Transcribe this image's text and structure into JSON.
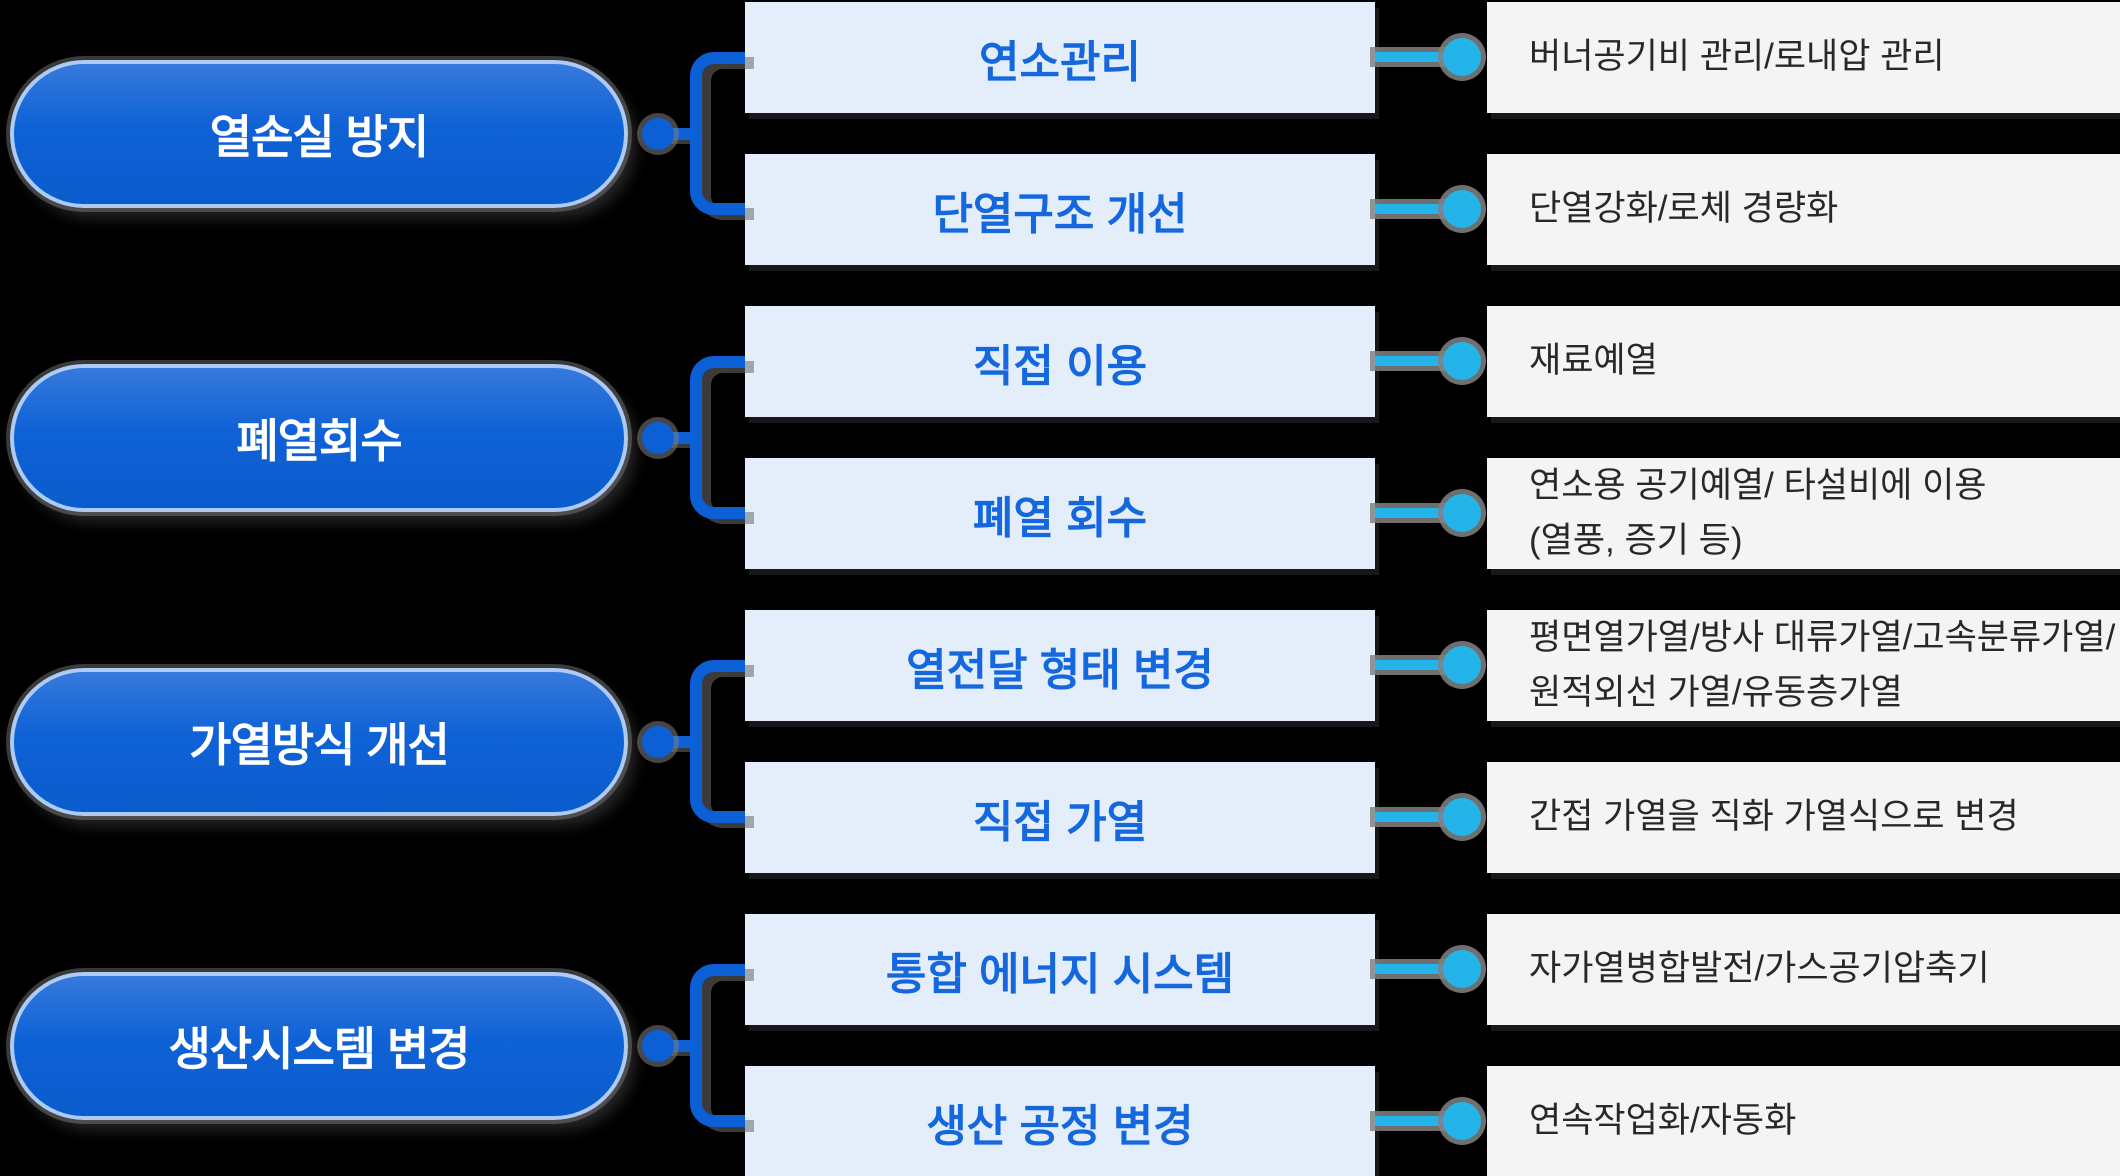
{
  "diagram": {
    "background": "#000000",
    "colors": {
      "category_fill": "#0f62d6",
      "category_border": "#aecbf4",
      "category_text": "#ffffff",
      "method_fill": "#e4eefb",
      "method_text": "#1467dd",
      "detail_fill": "#f4f4f4",
      "detail_text": "#282828",
      "connector_blue": "#0d5fd6",
      "connector_cyan": "#25b4ea"
    },
    "groups": [
      {
        "category": "열손실 방지",
        "items": [
          {
            "method": "연소관리",
            "detail_lines": [
              "버너공기비 관리/로내압 관리"
            ]
          },
          {
            "method": "단열구조 개선",
            "detail_lines": [
              "단열강화/로체 경량화"
            ]
          }
        ]
      },
      {
        "category": "폐열회수",
        "items": [
          {
            "method": "직접 이용",
            "detail_lines": [
              "재료예열"
            ]
          },
          {
            "method": "폐열 회수",
            "detail_lines": [
              "연소용 공기예열/ 타설비에 이용",
              "(열풍, 증기 등)"
            ]
          }
        ]
      },
      {
        "category": "가열방식 개선",
        "items": [
          {
            "method": "열전달 형태 변경",
            "detail_lines": [
              "평면열가열/방사 대류가열/고속분류가열/",
              "원적외선 가열/유동층가열"
            ]
          },
          {
            "method": "직접 가열",
            "detail_lines": [
              "간접 가열을 직화 가열식으로 변경"
            ]
          }
        ]
      },
      {
        "category": "생산시스템 변경",
        "items": [
          {
            "method": "통합 에너지 시스템",
            "detail_lines": [
              "자가열병합발전/가스공기압축기"
            ]
          },
          {
            "method": "생산 공정 변경",
            "detail_lines": [
              "연속작업화/자동화"
            ]
          }
        ]
      }
    ]
  }
}
